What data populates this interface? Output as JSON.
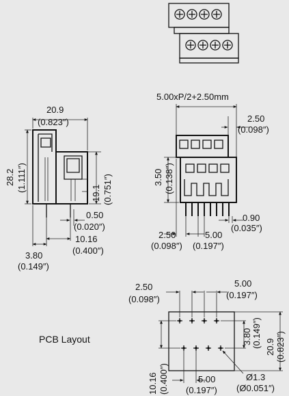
{
  "top_view": {},
  "side_view": {
    "width_mm": "20.9",
    "width_in": "(0.823″)",
    "height_mm": "28.2",
    "height_in": "(1.111″)",
    "inner_height_mm": "19.1",
    "inner_height_in": "(0.751″)",
    "pin_mm": "0.50",
    "pin_in": "(0.020″)",
    "pitch_mm": "10.16",
    "pitch_in": "(0.400″)",
    "offset_mm": "3.80",
    "offset_in": "(0.149″)"
  },
  "front_view": {
    "formula": "5.00xP/2+2.50mm",
    "edge_mm": "2.50",
    "edge_in": "(0.098″)",
    "height_mm": "3.50",
    "height_in": "(0.138″)",
    "pin_mm": "0.90",
    "pin_in": "(0.035″)",
    "left_mm": "2.50",
    "left_in": "(0.098″)",
    "pitch_mm": "5.00",
    "pitch_in": "(0.197″)"
  },
  "pcb_layout": {
    "label": "PCB Layout",
    "edge_mm": "2.50",
    "edge_in": "(0.098″)",
    "pitch_mm": "5.00",
    "pitch_in": "(0.197″)",
    "row_mm": "3.80",
    "row_in": "(0.149″)",
    "height_mm": "20.9",
    "height_in": "(0.823″)",
    "vpitch_mm": "10.16",
    "vpitch_in": "(0.400″)",
    "hole_mm": "Ø1.3",
    "hole_in": "(Ø0.051″)",
    "bottom_pitch_mm": "5.00",
    "bottom_pitch_in": "(0.197″)"
  },
  "colors": {
    "background": "#e9e9e9",
    "ink": "#111111"
  }
}
